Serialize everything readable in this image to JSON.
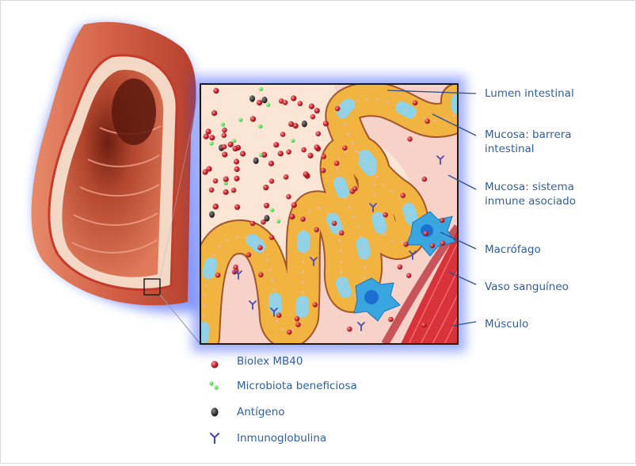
{
  "labels": {
    "lumen": "Lumen intestinal",
    "mucosa_barrier": [
      "Mucosa: barrera",
      "intestinal"
    ],
    "mucosa_immune": [
      "Mucosa: sistema",
      "inmune asociado"
    ],
    "macrophage": "Macrófago",
    "blood_vessel": "Vaso sanguíneo",
    "muscle": "Músculo"
  },
  "legend": [
    {
      "label": "Biolex MB40",
      "icon": "red-sphere-icon",
      "color": "#c8202c"
    },
    {
      "label": "Microbiota beneficiosa",
      "icon": "green-dots-icon",
      "color": "#3fd43f"
    },
    {
      "label": "Antígeno",
      "icon": "black-blob-icon",
      "color": "#1a1a1a"
    },
    {
      "label": "Inmunoglobulina",
      "icon": "y-antibody-icon",
      "color": "#4a4ab0"
    }
  ],
  "colors": {
    "label_text": "#2f5f9e",
    "villus_cell": "#f2b441",
    "goblet_cell": "#8fd3e8",
    "tissue": "#f6d9cf",
    "lumen": "#fbe6d6",
    "muscle": "#d8333b",
    "glow": "#2b4bff"
  }
}
